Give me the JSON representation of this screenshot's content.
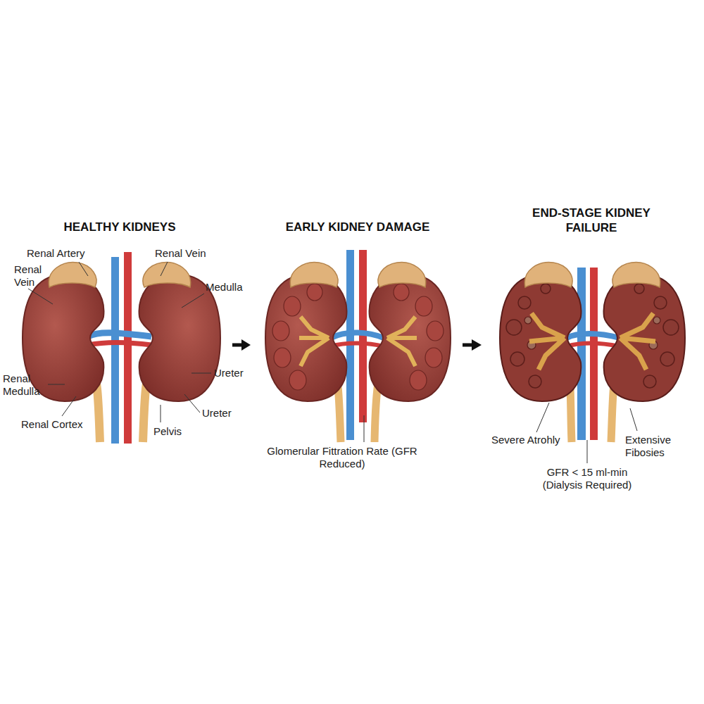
{
  "diagram": {
    "labels": [
      "HEALTHY KIDNEYS",
      "EARLY KIDNEY DAMAGE",
      "END-STAGE KIDNEY FAILURE",
      "Renal Artery",
      "Renal Vein",
      "Renal Vein",
      "Medulla",
      "Ureter",
      "Renal Medulla",
      "Ureter",
      "Renal Cortex",
      "Pelvis",
      "Glomerular Fittration Rate (GFR Reduced)",
      "Severe Atrohly",
      "Extensive Fibosies",
      "GFR < 15 ml-min (Dialysis Required)"
    ]
  }
}
